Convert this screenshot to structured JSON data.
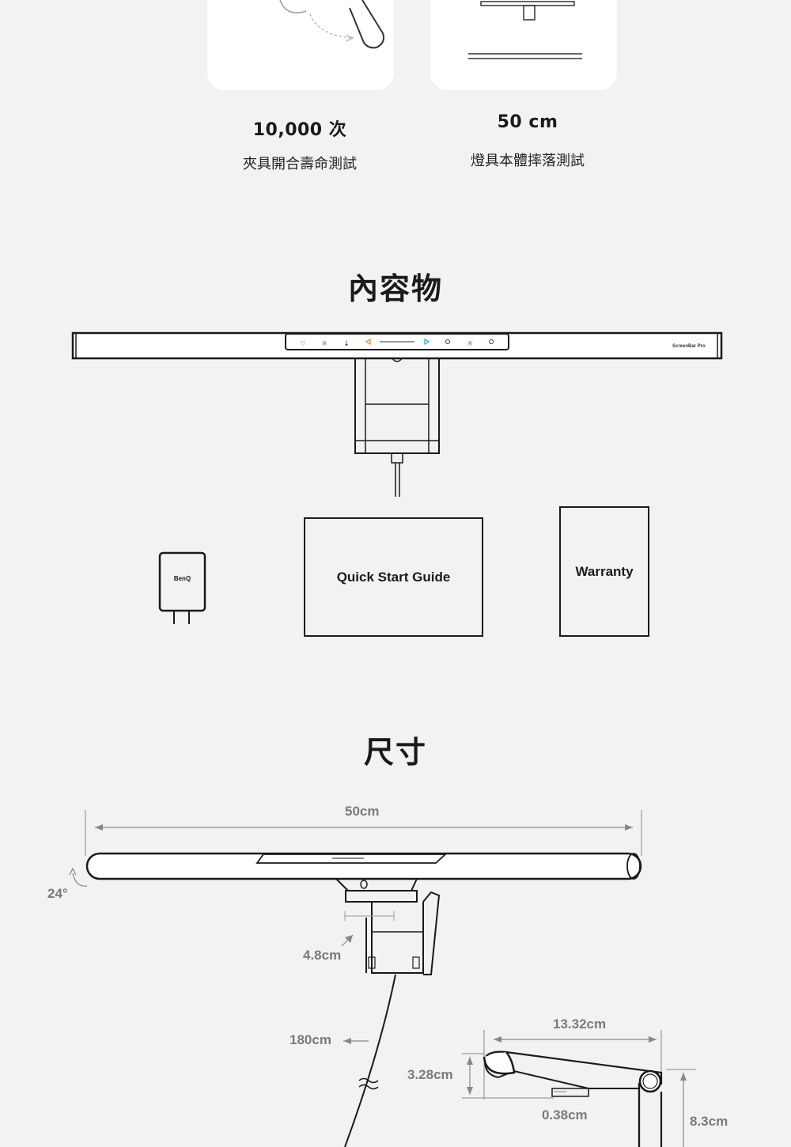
{
  "stats": [
    {
      "value": "10,000 次",
      "label": "夾具開合壽命測試"
    },
    {
      "value": "50 cm",
      "label": "燈具本體摔落測試"
    }
  ],
  "contents": {
    "title": "內容物",
    "lamp_label": "ScreenBar Pro",
    "adapter_brand": "BenQ",
    "guide_label": "Quick Start Guide",
    "warranty_label": "Warranty"
  },
  "dimensions": {
    "title": "尺寸",
    "length": "50cm",
    "angle": "24°",
    "clip_depth": "4.8cm",
    "cable_length": "180cm",
    "clip_width": "13.32cm",
    "clip_height": "3.28cm",
    "clip_lip": "0.38cm",
    "clip_height_total": "8.3cm"
  },
  "colors": {
    "background": "#f2f2f2",
    "card": "#ffffff",
    "ink": "#1a1a1a",
    "dimension_gray": "#7a7a7a",
    "accent_orange": "#f08a1c",
    "accent_blue": "#1ea7e1"
  }
}
